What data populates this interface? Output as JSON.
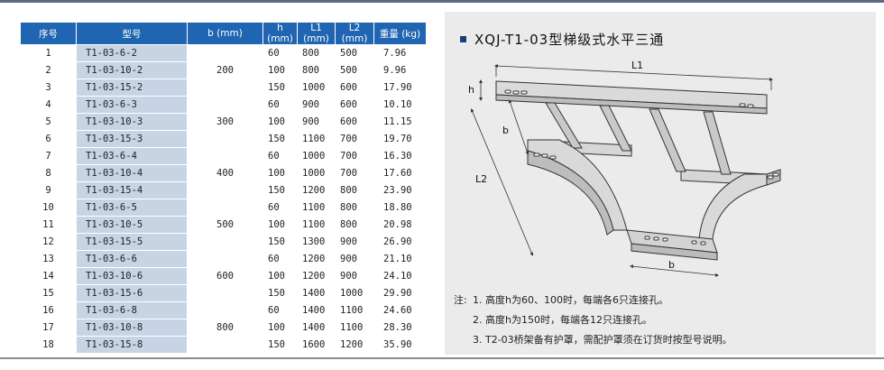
{
  "table": {
    "headers": [
      "序号",
      "型号",
      "b (mm)",
      "h (mm)",
      "L1 (mm)",
      "L2 (mm)",
      "重量 (kg)"
    ],
    "rows": [
      {
        "seq": "1",
        "model": "T1-03-6-2",
        "h": "60",
        "l1": "800",
        "l2": "500",
        "w": "7.96"
      },
      {
        "seq": "2",
        "model": "T1-03-10-2",
        "h": "100",
        "l1": "800",
        "l2": "500",
        "w": "9.96"
      },
      {
        "seq": "3",
        "model": "T1-03-15-2",
        "h": "150",
        "l1": "1000",
        "l2": "600",
        "w": "17.90"
      },
      {
        "seq": "4",
        "model": "T1-03-6-3",
        "h": "60",
        "l1": "900",
        "l2": "600",
        "w": "10.10"
      },
      {
        "seq": "5",
        "model": "T1-03-10-3",
        "h": "100",
        "l1": "900",
        "l2": "600",
        "w": "11.15"
      },
      {
        "seq": "6",
        "model": "T1-03-15-3",
        "h": "150",
        "l1": "1100",
        "l2": "700",
        "w": "19.70"
      },
      {
        "seq": "7",
        "model": "T1-03-6-4",
        "h": "60",
        "l1": "1000",
        "l2": "700",
        "w": "16.30"
      },
      {
        "seq": "8",
        "model": "T1-03-10-4",
        "h": "100",
        "l1": "1000",
        "l2": "700",
        "w": "17.60"
      },
      {
        "seq": "9",
        "model": "T1-03-15-4",
        "h": "150",
        "l1": "1200",
        "l2": "800",
        "w": "23.90"
      },
      {
        "seq": "10",
        "model": "T1-03-6-5",
        "h": "60",
        "l1": "1100",
        "l2": "800",
        "w": "18.80"
      },
      {
        "seq": "11",
        "model": "T1-03-10-5",
        "h": "100",
        "l1": "1100",
        "l2": "800",
        "w": "20.98"
      },
      {
        "seq": "12",
        "model": "T1-03-15-5",
        "h": "150",
        "l1": "1300",
        "l2": "900",
        "w": "26.90"
      },
      {
        "seq": "13",
        "model": "T1-03-6-6",
        "h": "60",
        "l1": "1200",
        "l2": "900",
        "w": "21.10"
      },
      {
        "seq": "14",
        "model": "T1-03-10-6",
        "h": "100",
        "l1": "1200",
        "l2": "900",
        "w": "24.10"
      },
      {
        "seq": "15",
        "model": "T1-03-15-6",
        "h": "150",
        "l1": "1400",
        "l2": "1000",
        "w": "29.90"
      },
      {
        "seq": "16",
        "model": "T1-03-6-8",
        "h": "60",
        "l1": "1400",
        "l2": "1100",
        "w": "24.60"
      },
      {
        "seq": "17",
        "model": "T1-03-10-8",
        "h": "100",
        "l1": "1400",
        "l2": "1100",
        "w": "28.30"
      },
      {
        "seq": "18",
        "model": "T1-03-15-8",
        "h": "150",
        "l1": "1600",
        "l2": "1200",
        "w": "35.90"
      }
    ],
    "b_groups": [
      "200",
      "300",
      "400",
      "500",
      "600",
      "800"
    ]
  },
  "panel": {
    "title": "XQJ-T1-03型梯级式水平三通",
    "diagram_labels": {
      "l1": "L1",
      "l2": "L2",
      "h": "h",
      "b_top": "b",
      "b_bottom": "b"
    },
    "notes_label": "注:",
    "notes": [
      "1. 高度h为60、100时，每端各6只连接孔。",
      "2. 高度h为150时，每端各12只连接孔。",
      "3. T2-03桥架备有护罩，需配护罩须在订货时按型号说明。"
    ]
  },
  "colors": {
    "header_blue": "#1f65b1",
    "model_col": "#c6d4e4",
    "panel_bg": "#ebebeb",
    "bullet": "#1b3e7a"
  }
}
